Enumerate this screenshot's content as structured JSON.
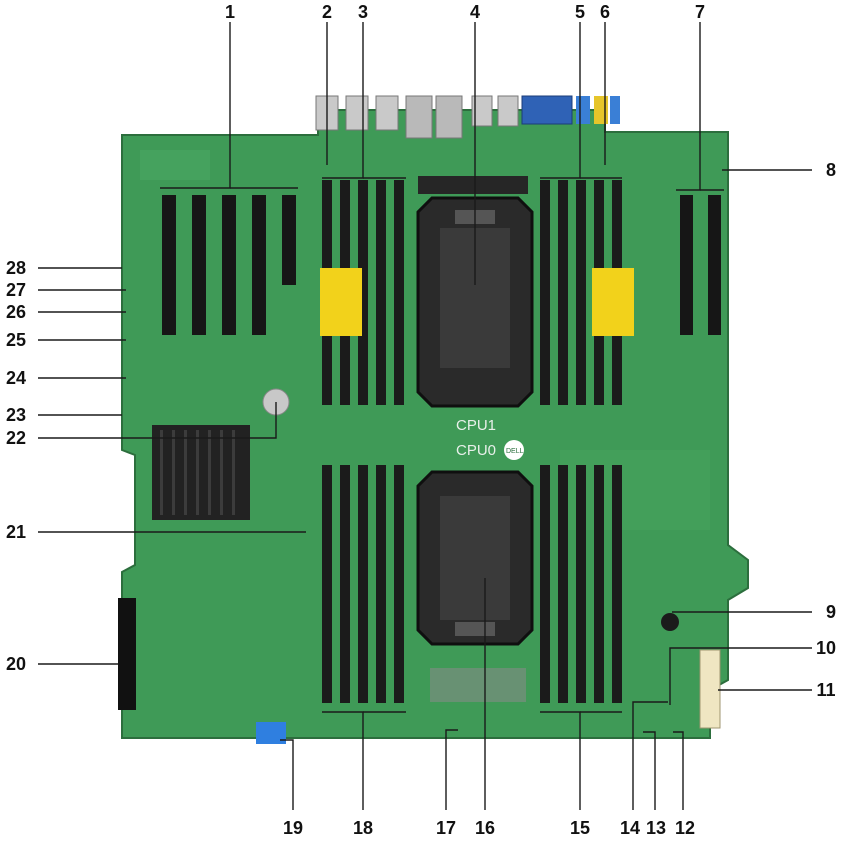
{
  "callouts": {
    "top": [
      "1",
      "2",
      "3",
      "4",
      "5",
      "6",
      "7"
    ],
    "right": [
      "8",
      "9",
      "10",
      "11"
    ],
    "bottom": [
      "19",
      "18",
      "17",
      "16",
      "15",
      "14",
      "13",
      "12"
    ],
    "left": [
      "28",
      "27",
      "26",
      "25",
      "24",
      "23",
      "22",
      "21",
      "20"
    ]
  },
  "board": {
    "cpu1_label": "CPU1",
    "cpu0_label": "CPU0",
    "brand": "DELL"
  },
  "colors": {
    "pcb": "#3f9a57",
    "pcb_dark": "#2f7f45",
    "dimm": "#1b1b1b",
    "cpu_socket": "#2a2a2a",
    "heatsink": "#222222",
    "callout_line": "#1a1a1a"
  }
}
